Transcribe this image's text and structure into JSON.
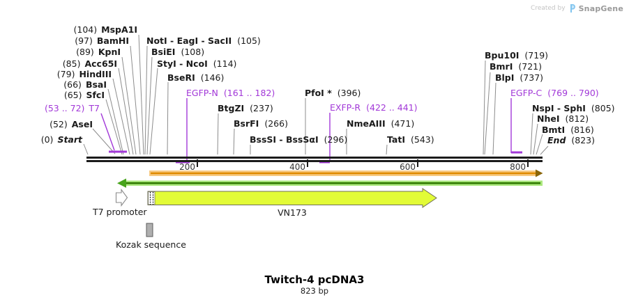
{
  "credit": {
    "created_by": "Created by",
    "brand": "SnapGene"
  },
  "plasmid": {
    "title": "Twitch-4 pcDNA3",
    "length_label": "823 bp"
  },
  "ruler_labels": [
    "200",
    "400",
    "600",
    "800"
  ],
  "features": {
    "t7_promoter": "T7 promoter",
    "vn173": "VN173",
    "kozak": "Kozak sequence"
  },
  "colors": {
    "site_purple": "#a238d8",
    "backbone_black": "#1b1b1b",
    "orange_fill": "#f7c981",
    "orange_line": "#df8a00",
    "green_fill": "#abe87e",
    "green_line": "#2f7a00",
    "cds_yellow": "#e2fb37",
    "kozak_gray": "#afafaf"
  },
  "sites": [
    {
      "pre": "(0)",
      "name": "Start"
    },
    {
      "pre": "(52)",
      "name": "AseI"
    },
    {
      "pre": "(53 .. 72)",
      "name": "T7"
    },
    {
      "pre": "(65)",
      "name": "SfcI"
    },
    {
      "pre": "(66)",
      "name": "BsaI"
    },
    {
      "pre": "(79)",
      "name": "HindIII"
    },
    {
      "pre": "(85)",
      "name": "Acc65I"
    },
    {
      "pre": "(89)",
      "name": "KpnI"
    },
    {
      "pre": "(97)",
      "name": "BamHI"
    },
    {
      "pre": "(104)",
      "name": "MspA1I"
    },
    {
      "name": "NotI - EagI - SacII",
      "post": "(105)"
    },
    {
      "name": "BsiEI",
      "post": "(108)"
    },
    {
      "name": "StyI - NcoI",
      "post": "(114)"
    },
    {
      "name": "BseRI",
      "post": "(146)"
    },
    {
      "name": "EGFP-N",
      "post": "(161 .. 182)"
    },
    {
      "name": "BtgZI",
      "post": "(237)"
    },
    {
      "name": "BsrFI",
      "post": "(266)"
    },
    {
      "name": "BssSI - BssSαI",
      "post": "(296)"
    },
    {
      "name": "PfoI *",
      "post": "(396)"
    },
    {
      "name": "EXFP-R",
      "post": "(422 .. 441)"
    },
    {
      "name": "NmeAIII",
      "post": "(471)"
    },
    {
      "name": "TatI",
      "post": "(543)"
    },
    {
      "name": "Bpu10I",
      "post": "(719)"
    },
    {
      "name": "BmrI",
      "post": "(721)"
    },
    {
      "name": "BlpI",
      "post": "(737)"
    },
    {
      "name": "EGFP-C",
      "post": "(769 .. 790)"
    },
    {
      "name": "NspI - SphI",
      "post": "(805)"
    },
    {
      "name": "NheI",
      "post": "(812)"
    },
    {
      "name": "BmtI",
      "post": "(816)"
    },
    {
      "name": "End",
      "post": "(823)"
    }
  ]
}
